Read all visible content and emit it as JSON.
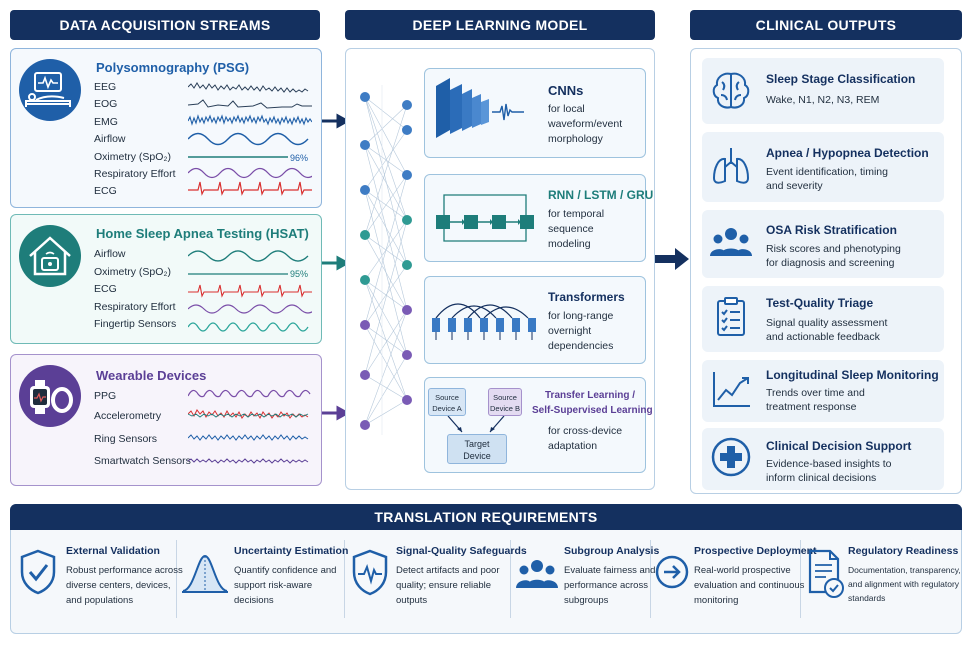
{
  "headers": {
    "col1": "DATA ACQUISITION STREAMS",
    "col2": "DEEP LEARNING MODEL",
    "col3": "CLINICAL OUTPUTS",
    "bottom": "TRANSLATION REQUIREMENTS"
  },
  "streams": [
    {
      "title": "Polysomnography (PSG)",
      "signals": [
        "EEG",
        "EOG",
        "EMG",
        "Airflow",
        "Oximetry (SpO₂)",
        "Respiratory Effort",
        "ECG"
      ],
      "spo2_value": "96%"
    },
    {
      "title": "Home Sleep Apnea Testing (HSAT)",
      "signals": [
        "Airflow",
        "Oximetry (SpO₂)",
        "ECG",
        "Respiratory Effort",
        "Fingertip Sensors"
      ],
      "spo2_value": "95%"
    },
    {
      "title": "Wearable Devices",
      "signals": [
        "PPG",
        "Accelerometry",
        "Ring Sensors",
        "Smartwatch Sensors"
      ]
    }
  ],
  "models": [
    {
      "title": "CNNs",
      "desc": [
        "for local",
        "waveform/event",
        "morphology"
      ]
    },
    {
      "title": "RNN / LSTM / GRU",
      "desc": [
        "for temporal",
        "sequence",
        "modeling"
      ]
    },
    {
      "title": "Transformers",
      "desc": [
        "for long-range",
        "overnight",
        "dependencies"
      ]
    },
    {
      "title": "Transfer Learning /",
      "title2": "Self-Supervised Learning",
      "desc": [
        "for cross-device",
        "adaptation"
      ],
      "source_a": [
        "Source",
        "Device A"
      ],
      "source_b": [
        "Source",
        "Device B"
      ],
      "target": [
        "Target",
        "Device"
      ]
    }
  ],
  "outputs": [
    {
      "title": "Sleep Stage Classification",
      "desc": [
        "Wake, N1, N2, N3, REM"
      ],
      "icon": "brain-icon"
    },
    {
      "title": "Apnea / Hypopnea Detection",
      "desc": [
        "Event identification, timing",
        "and severity"
      ],
      "icon": "lungs-icon"
    },
    {
      "title": "OSA Risk Stratification",
      "desc": [
        "Risk scores and phenotyping",
        "for diagnosis and screening"
      ],
      "icon": "people-icon"
    },
    {
      "title": "Test-Quality Triage",
      "desc": [
        "Signal quality assessment",
        "and actionable feedback"
      ],
      "icon": "clipboard-icon"
    },
    {
      "title": "Longitudinal Sleep Monitoring",
      "desc": [
        "Trends over time and",
        "treatment response"
      ],
      "icon": "trend-chart-icon"
    },
    {
      "title": "Clinical Decision Support",
      "desc": [
        "Evidence-based insights to",
        "inform clinical decisions"
      ],
      "icon": "medical-cross-icon"
    }
  ],
  "requirements": [
    {
      "title": "External Validation",
      "desc": [
        "Robust performance across",
        "diverse centers, devices,",
        "and populations"
      ],
      "icon": "shield-check-icon"
    },
    {
      "title": "Uncertainty Estimation",
      "desc": [
        "Quantify confidence and",
        "support risk-aware",
        "decisions"
      ],
      "icon": "bell-curve-icon"
    },
    {
      "title": "Signal-Quality Safeguards",
      "desc": [
        "Detect artifacts and poor",
        "quality; ensure reliable",
        "outputs"
      ],
      "icon": "shield-wave-icon"
    },
    {
      "title": "Subgroup Analysis",
      "desc": [
        "Evaluate fairness and",
        "performance across",
        "subgroups"
      ],
      "icon": "group-icon"
    },
    {
      "title": "Prospective Deployment",
      "desc": [
        "Real-world prospective",
        "evaluation and continuous",
        "monitoring"
      ],
      "icon": "arrow-circle-icon"
    },
    {
      "title": "Regulatory Readiness",
      "desc": [
        "Documentation, transparency,",
        "and alignment with regulatory",
        "standards"
      ],
      "icon": "document-check-icon"
    }
  ],
  "colors": {
    "navy": "#14305f",
    "psg_blue": "#1f5fa8",
    "hsat_teal": "#1e7d7a",
    "wearable_purple": "#5b3f96"
  }
}
